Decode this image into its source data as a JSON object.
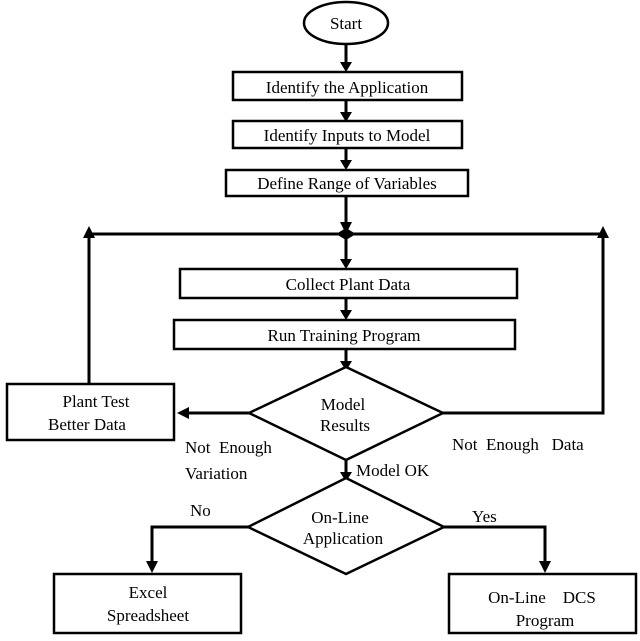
{
  "nodes": {
    "start": "Start",
    "identify_application": "Identify the Application",
    "identify_inputs": "Identify  Inputs to Model",
    "define_range": "Define Range of Variables",
    "collect_data": "Collect Plant Data",
    "run_training": "Run Training  Program",
    "model_results": [
      "Model",
      "Results"
    ],
    "plant_test": [
      "Plant Test",
      "Better Data"
    ],
    "online_application": [
      "On-Line",
      "Application"
    ],
    "excel": [
      "Excel",
      "Spreadsheet"
    ],
    "dcs": [
      "On-Line    DCS",
      "Program"
    ]
  },
  "edge_labels": {
    "not_enough_variation": [
      "Not  Enough",
      "Variation"
    ],
    "not_enough_data": "Not  Enough   Data",
    "model_ok": "Model OK",
    "no": "No",
    "yes": "Yes"
  }
}
